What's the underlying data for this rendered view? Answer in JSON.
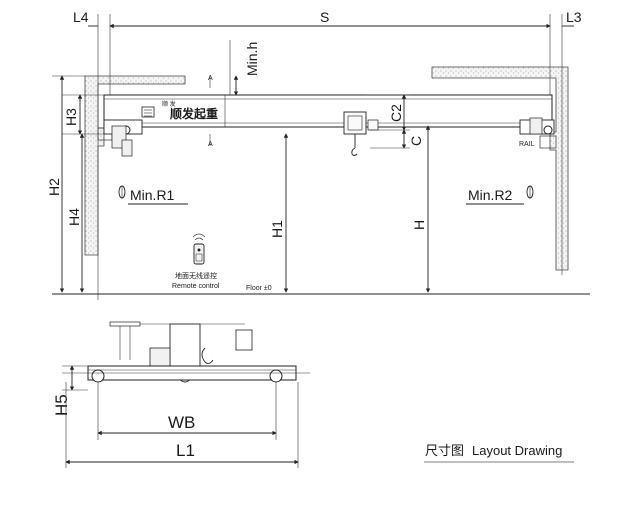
{
  "drawing": {
    "dimensions": {
      "L4": "L4",
      "S": "S",
      "L3": "L3",
      "min_h": "Min.h",
      "H3": "H3",
      "H2": "H2",
      "H4": "H4",
      "H1": "H1",
      "H": "H",
      "C2": "C2",
      "C": "C",
      "min_r1": "Min.R1",
      "min_r2": "Min.R2",
      "H5": "H5",
      "WB": "WB",
      "L1": "L1"
    },
    "labels": {
      "rail": "RAIL",
      "floor": "Floor ±0",
      "section_mark": "A",
      "remote_cn": "地面无线遥控",
      "remote_en": "Remote control",
      "brand": "顺发起重",
      "brand_small": "顺 发"
    },
    "caption": {
      "cn": "尺寸图",
      "en": "Layout Drawing"
    }
  }
}
